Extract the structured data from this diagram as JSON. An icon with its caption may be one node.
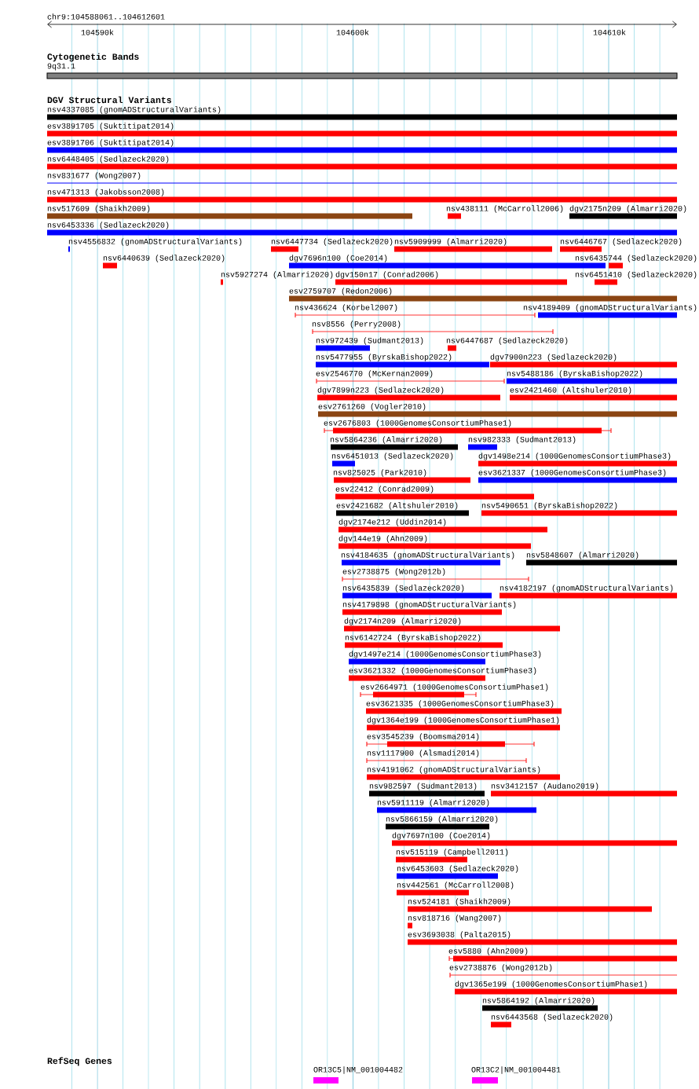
{
  "diagram": {
    "labels": [
      "chr9:104588061..104612601",
      "104590k",
      "104600k",
      "104610k",
      "Cytogenetic Bands",
      "9q31.1",
      "DGV Structural Variants",
      "nsv4337085 (gnomADStructuralVariants)",
      "esv3891705 (Suktitipat2014)",
      "esv3891706 (Suktitipat2014)",
      "nsv6448405 (Sedlazeck2020)",
      "nsv831677 (Wong2007)",
      "nsv471313 (Jakobsson2008)",
      "nsv517609 (Shaikh2009)",
      "nsv438111 (McCarroll2006)",
      "dgv2175n209 (Almarri2020)",
      "nsv6453336 (Sedlazeck2020)",
      "nsv4556832 (gnomADStructuralVariants)",
      "nsv6447734 (Sedlazeck2020)",
      "nsv5909999 (Almarri2020)",
      "nsv6446767 (Sedlazeck2020)",
      "nsv6440639 (Sedlazeck2020)",
      "dgv7696n100 (Coe2014)",
      "nsv6435744 (Sedlazeck2020)",
      "nsv5927274 (Almarri2020)",
      "dgv150n17 (Conrad2006)",
      "nsv6451410 (Sedlazeck2020)",
      "esv2759707 (Redon2006)",
      "nsv436624 (Korbel2007)",
      "nsv4189409 (gnomADStructuralVariants)",
      "nsv8556 (Perry2008)",
      "nsv972439 (Sudmant2013)",
      "nsv6447687 (Sedlazeck2020)",
      "nsv5477955 (ByrskaBishop2022)",
      "dgv7900n223 (Sedlazeck2020)",
      "esv2546770 (McKernan2009)",
      "nsv5488186 (ByrskaBishop2022)",
      "dgv7899n223 (Sedlazeck2020)",
      "esv2421460 (Altshuler2010)",
      "esv2761260 (Vogler2010)",
      "esv2676803 (1000GenomesConsortiumPhase1)",
      "nsv5864236 (Almarri2020)",
      "nsv982333 (Sudmant2013)",
      "nsv6451013 (Sedlazeck2020)",
      "dgv1498e214 (1000GenomesConsortiumPhase3)",
      "nsv825025 (Park2010)",
      "esv3621337 (1000GenomesConsortiumPhase3)",
      "esv22412 (Conrad2009)",
      "esv2421682 (Altshuler2010)",
      "nsv5490651 (ByrskaBishop2022)",
      "dgv2174e212 (Uddin2014)",
      "dgv144e19 (Ahn2009)",
      "nsv4184635 (gnomADStructuralVariants)",
      "nsv5848607 (Almarri2020)",
      "esv2738875 (Wong2012b)",
      "nsv6435839 (Sedlazeck2020)",
      "nsv4182197 (gnomADStructuralVariants)",
      "nsv4179898 (gnomADStructuralVariants)",
      "dgv2174n209 (Almarri2020)",
      "nsv6142724 (ByrskaBishop2022)",
      "dgv1497e214 (1000GenomesConsortiumPhase3)",
      "esv3621332 (1000GenomesConsortiumPhase3)",
      "esv2664971 (1000GenomesConsortiumPhase1)",
      "esv3621335 (1000GenomesConsortiumPhase3)",
      "dgv1364e199 (1000GenomesConsortiumPhase1)",
      "esv3545239 (Boomsma2014)",
      "nsv1117900 (Alsmadi2014)",
      "nsv4191062 (gnomADStructuralVariants)",
      "nsv982597 (Sudmant2013)",
      "nsv3412157 (Audano2019)",
      "nsv5911119 (Almarri2020)",
      "nsv5866159 (Almarri2020)",
      "dgv7697n100 (Coe2014)",
      "nsv515119 (Campbell2011)",
      "nsv6453603 (Sedlazeck2020)",
      "nsv442561 (McCarroll2008)",
      "nsv524181 (Shaikh2009)",
      "nsv818716 (Wang2007)",
      "esv3693038 (Palta2015)",
      "esv5880 (Ahn2009)",
      "esv2738876 (Wong2012b)",
      "dgv1365e199 (1000GenomesConsortiumPhase1)",
      "nsv5864192 (Almarri2020)",
      "nsv6443568 (Sedlazeck2020)",
      "RefSeq Genes",
      "OR13C5|NM_001004482",
      "OR13C2|NM_001004481"
    ]
  }
}
